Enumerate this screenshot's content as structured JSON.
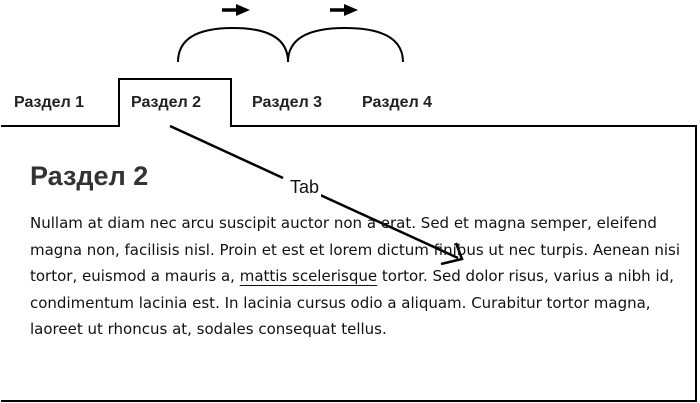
{
  "tabs": [
    {
      "label": "Раздел 1",
      "active": false
    },
    {
      "label": "Раздел 2",
      "active": true
    },
    {
      "label": "Раздел 3",
      "active": false
    },
    {
      "label": "Раздел 4",
      "active": false
    }
  ],
  "panel": {
    "title": "Раздел 2",
    "text_before_link": "Nullam at diam nec arcu suscipit auctor non a erat. Sed et magna semper, eleifend magna non, facilisis nisl. Proin et est et lorem dictum finibus ut nec turpis. Aenean nisi tortor, euismod a mauris a, ",
    "link_text": "mattis scelerisque",
    "text_after_link": " tortor. Sed dolor risus, varius a nibh id, condimentum lacinia est. In lacinia cursus odio a aliquam. Curabitur tortor magna, laoreet ut rhoncus at, sodales consequat tellus."
  },
  "annotation": {
    "key_label": "Tab"
  },
  "colors": {
    "stroke": "#000000",
    "text": "#111111",
    "tab_text": "#222222",
    "heading": "#333333",
    "background": "#ffffff"
  }
}
